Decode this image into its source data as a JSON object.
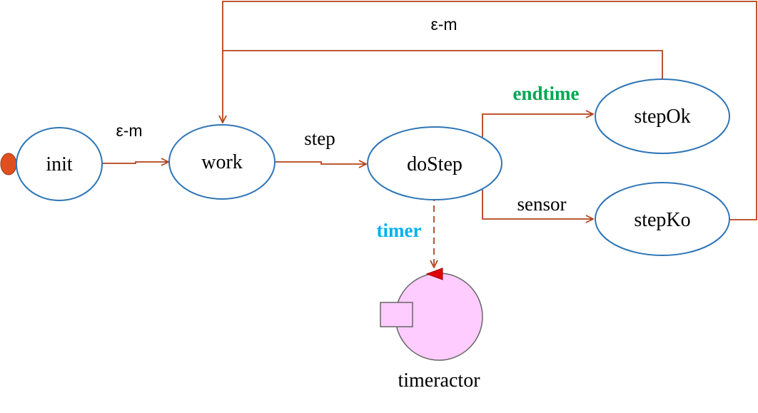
{
  "states": {
    "init": "init",
    "work": "work",
    "doStep": "doStep",
    "stepOk": "stepOk",
    "stepKo": "stepKo"
  },
  "transitions": {
    "init_to_work": "ε-m",
    "loop_back": "ε-m",
    "work_to_doStep": "step",
    "doStep_to_stepOk": "endtime",
    "doStep_to_stepKo": "sensor",
    "doStep_to_timer": "timer"
  },
  "actor": {
    "name": "timeractor"
  },
  "colors": {
    "state_border": "#2E75B6",
    "arrow": "#B5421A",
    "initial_marker": "#E0501E",
    "endtime_label": "#00A651",
    "timer_label": "#00B0F0",
    "actor_fill": "#FFCCFF",
    "actor_stroke": "#666666",
    "actor_port": "#E00000"
  }
}
